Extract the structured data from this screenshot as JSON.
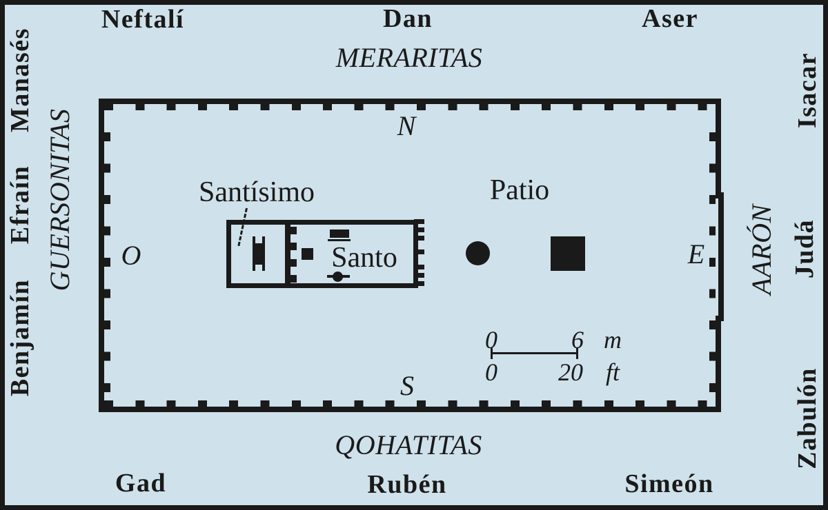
{
  "tribes": {
    "top": [
      "Neftalí",
      "Dan",
      "Aser"
    ],
    "left": [
      "Manasés",
      "Efraín",
      "Benjamín"
    ],
    "right": [
      "Isacar",
      "Judá",
      "Zabulón"
    ],
    "bottom": [
      "Gad",
      "Rubén",
      "Simeón"
    ]
  },
  "levite_clans": {
    "north": "MERARITAS",
    "west": "GUERSONITAS",
    "south": "QOHATITAS",
    "east": "AARÓN"
  },
  "compass": {
    "north": "N",
    "south": "S",
    "west": "O",
    "east": "E"
  },
  "tabernacle": {
    "most_holy": "Santísimo",
    "holy_place": "Santo"
  },
  "courtyard": {
    "label": "Patio"
  },
  "scale_bar": {
    "meters": {
      "start": "0",
      "end": "6",
      "unit": "m"
    },
    "feet": {
      "start": "0",
      "end": "20",
      "unit": "ft"
    }
  },
  "icons": {
    "ark": "ark-icon",
    "table_of_showbread": "showbread-table-icon",
    "incense_altar": "incense-altar-icon",
    "lampstand": "lampstand-icon",
    "laver": "laver-icon",
    "altar_of_burnt_offering": "burnt-offering-altar-icon"
  },
  "colors": {
    "background": "#cfe1ea",
    "ink": "#1a1a1a"
  }
}
